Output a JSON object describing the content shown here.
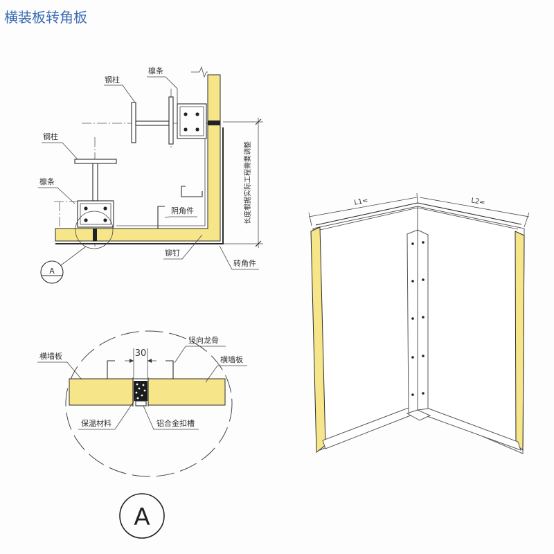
{
  "title": "横装板转角板",
  "plan_view": {
    "labels": {
      "steel_column_upper": "钢柱",
      "purlin_upper": "檩条",
      "steel_column_lower": "钢柱",
      "purlin_lower": "檩条",
      "inside_corner": "阴角件",
      "rivet": "铆钉",
      "corner_piece": "转角件",
      "length_note": "长度根据实际工程需要调整",
      "detail_callout": "A"
    }
  },
  "detail_a": {
    "labels": {
      "dimension": "30",
      "vertical_keel": "竖向龙骨",
      "wall_panel_left": "横墙板",
      "wall_panel_right": "横墙板",
      "insulation": "保温材料",
      "aluminum_slot": "铝合金扣槽"
    },
    "detail_mark": "A"
  },
  "iso_view": {
    "labels": {
      "length_1": "L1=",
      "length_2": "L2="
    }
  },
  "colors": {
    "title": "#3b6cb4",
    "panel_fill": "#f6e589",
    "line": "#2b2b2b"
  }
}
